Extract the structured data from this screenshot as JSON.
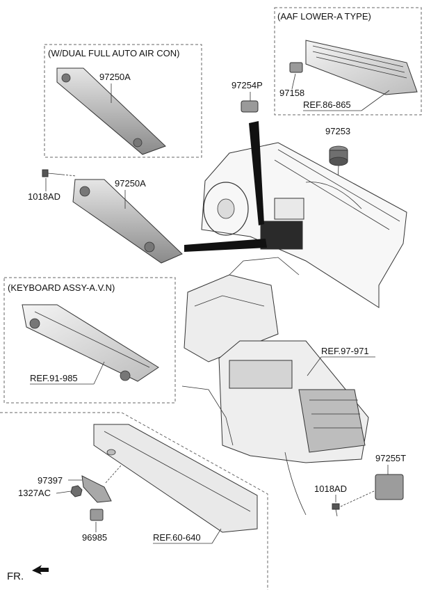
{
  "boxes": {
    "dual_air_con": "(W/DUAL FULL AUTO AIR CON)",
    "aaf_lower": "(AAF LOWER-A TYPE)",
    "keyboard": "(KEYBOARD ASSY-A.V.N)"
  },
  "parts": {
    "p97250A_top": "97250A",
    "p97250A_main": "97250A",
    "p1018AD_left": "1018AD",
    "p97254P": "97254P",
    "p97158": "97158",
    "p97253": "97253",
    "p97255T": "97255T",
    "p1018AD_right": "1018AD",
    "p97397": "97397",
    "p1327AC": "1327AC",
    "p96985": "96985"
  },
  "refs": {
    "ref86": "REF.86-865",
    "ref97": "REF.97-971",
    "ref91": "REF.91-985",
    "ref60": "REF.60-640"
  },
  "direction": "FR."
}
